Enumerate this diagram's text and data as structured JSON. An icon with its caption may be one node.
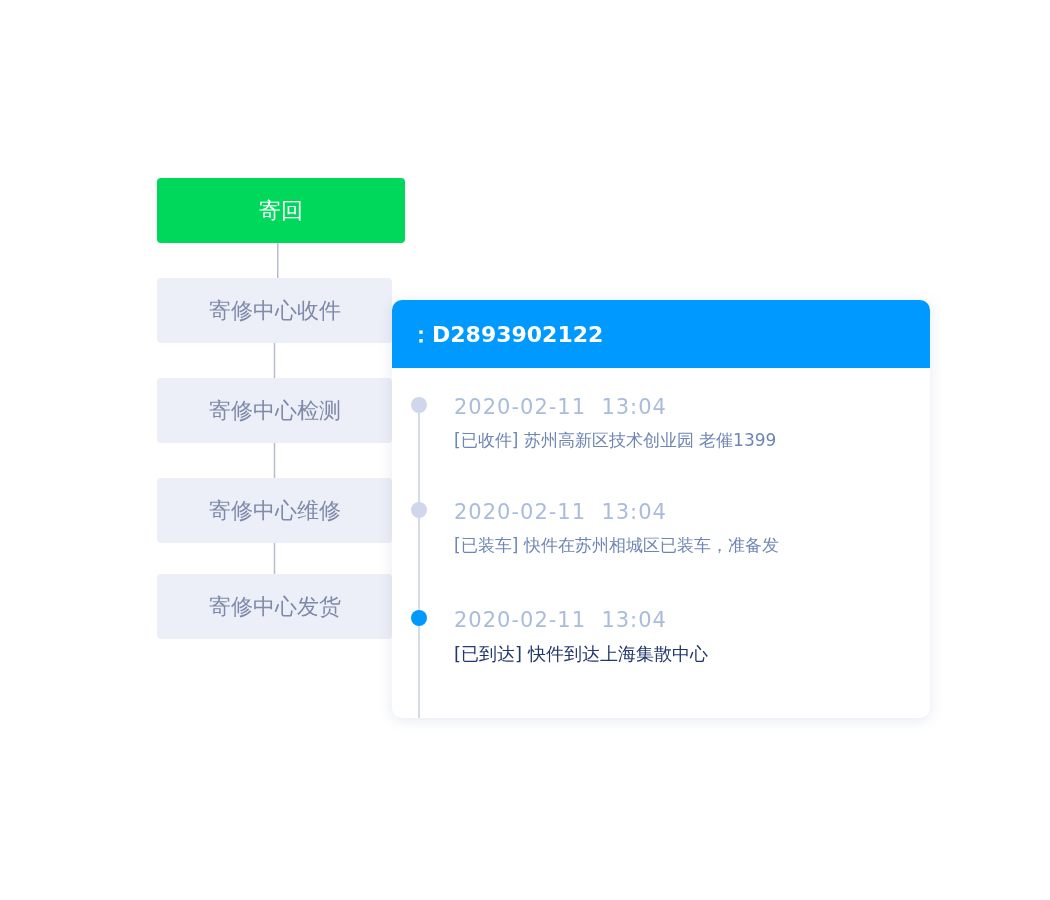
{
  "diagram": {
    "nodes": [
      {
        "text": [
          "寄回"
        ]
      },
      {
        "text": [
          "寄修中心收件"
        ]
      },
      {
        "text": [
          "寄修中心检测"
        ]
      },
      {
        "text": [
          "寄修中心维修"
        ]
      },
      {
        "text": [
          "寄修中心发货"
        ]
      },
      {
        "text": [
          "：D2893902122"
        ]
      },
      {
        "text": [
          "2020-02-11  13:04",
          "[已收件] 苏州高新区技术创业园 老催1399"
        ],
        "in": 5
      },
      {
        "text": [
          "2020-02-11  13:04",
          "[已装车] 快件在苏州相城区已装车，准备发"
        ],
        "in": 5
      },
      {
        "text": [
          "2020-02-11  13:04",
          "[已到达] 快件到达上海集散中心"
        ],
        "in": 5
      }
    ],
    "edges": [
      {
        "from": 0,
        "to": 1,
        "arrow": "none"
      },
      {
        "from": 1,
        "to": 2,
        "arrow": "none"
      },
      {
        "from": 2,
        "to": 3,
        "arrow": "none"
      },
      {
        "from": 3,
        "to": 4,
        "arrow": "none"
      }
    ]
  }
}
